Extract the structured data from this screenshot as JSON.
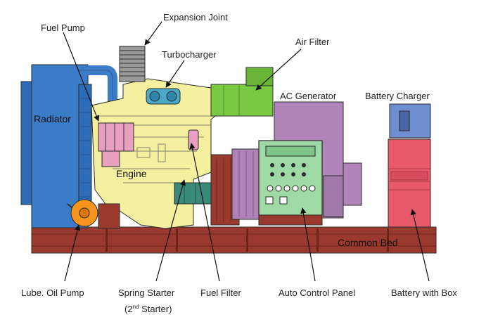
{
  "labels": {
    "expansion_joint": "Expansion Joint",
    "fuel_pump": "Fuel Pump",
    "turbocharger": "Turbocharger",
    "air_filter": "Air Filter",
    "ac_generator": "AC Generator",
    "battery_charger": "Battery Charger",
    "radiator": "Radiator",
    "engine": "Engine",
    "common_bed": "Common Bed",
    "lube_oil_pump": "Lube. Oil Pump",
    "spring_starter": "Spring Starter",
    "second_starter_open": "(2",
    "second_starter_sup": "nd",
    "second_starter_close": " Starter)",
    "fuel_filter": "Fuel Filter",
    "auto_control_panel": "Auto Control Panel",
    "battery_with_box": "Battery with Box"
  },
  "colors": {
    "radiator": "#3a7cc8",
    "engine": "#f5f0a0",
    "air_filter": "#7ac943",
    "generator": "#b084b8",
    "control_panel": "#9fd9a6",
    "battery_charger": "#6f8fd0",
    "battery_box": "#e85a6a",
    "common_bed": "#9a3a2e",
    "lube_pump": "#f7941d",
    "fuel_pump": "#e8a0c0",
    "turbo": "#4aa8c8",
    "outline": "#2a2a2a"
  }
}
